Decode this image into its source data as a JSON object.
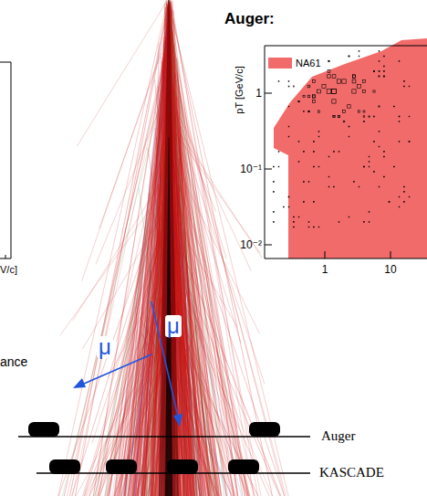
{
  "diagram": {
    "labels": [
      "V/c]",
      "ance",
      "μ",
      "μ",
      "Auger:",
      "pT [GeV/c]",
      "1",
      "10⁻¹",
      "10⁻²",
      "1",
      "10",
      "Auger",
      "KASCADE"
    ],
    "legend": [
      {
        "text": "NA61",
        "color": "#f26b6b"
      }
    ]
  }
}
